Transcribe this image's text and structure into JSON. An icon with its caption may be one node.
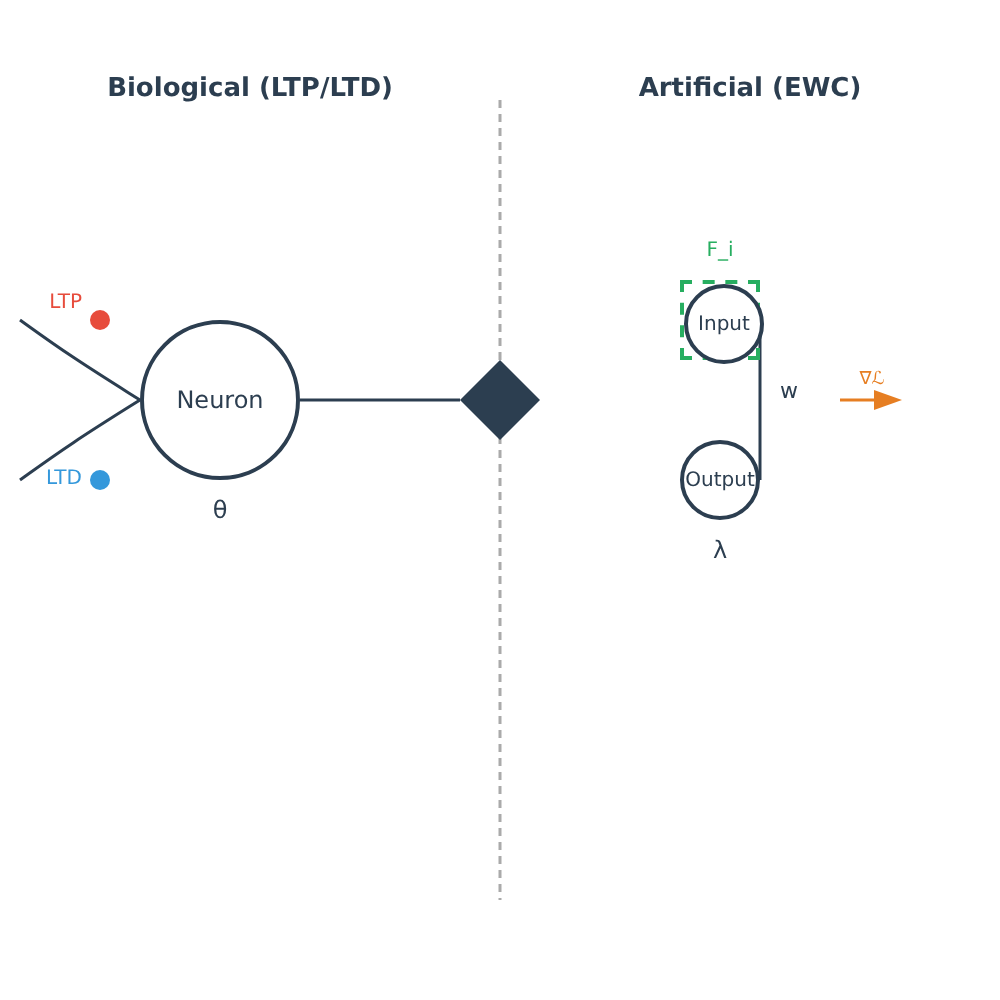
{
  "diagram": {
    "nodes": [
      {
        "text": [
          "Neuron"
        ],
        "beside": [
          "θ"
        ]
      },
      {
        "text": [],
        "shape": "diamond"
      },
      {
        "text": [
          "F_i"
        ]
      },
      {
        "text": [
          "Input"
        ],
        "in": 2
      },
      {
        "text": [
          "Output"
        ],
        "beside": [
          "λ"
        ]
      }
    ],
    "edges": [
      {
        "from": null,
        "to": 0,
        "arrow": "none"
      },
      {
        "from": null,
        "to": 0,
        "arrow": "none"
      },
      {
        "from": 0,
        "to": 1,
        "arrow": "none"
      },
      {
        "from": 3,
        "to": 4,
        "arrow": "none",
        "label": "w"
      }
    ],
    "labels": [
      "Biological (LTP/LTD)",
      "Artificial (EWC)",
      "∇ℒ"
    ],
    "legend": [
      {
        "text": "LTP",
        "color": "#e74c3c"
      },
      {
        "text": "LTD",
        "color": "#3498db"
      }
    ]
  }
}
